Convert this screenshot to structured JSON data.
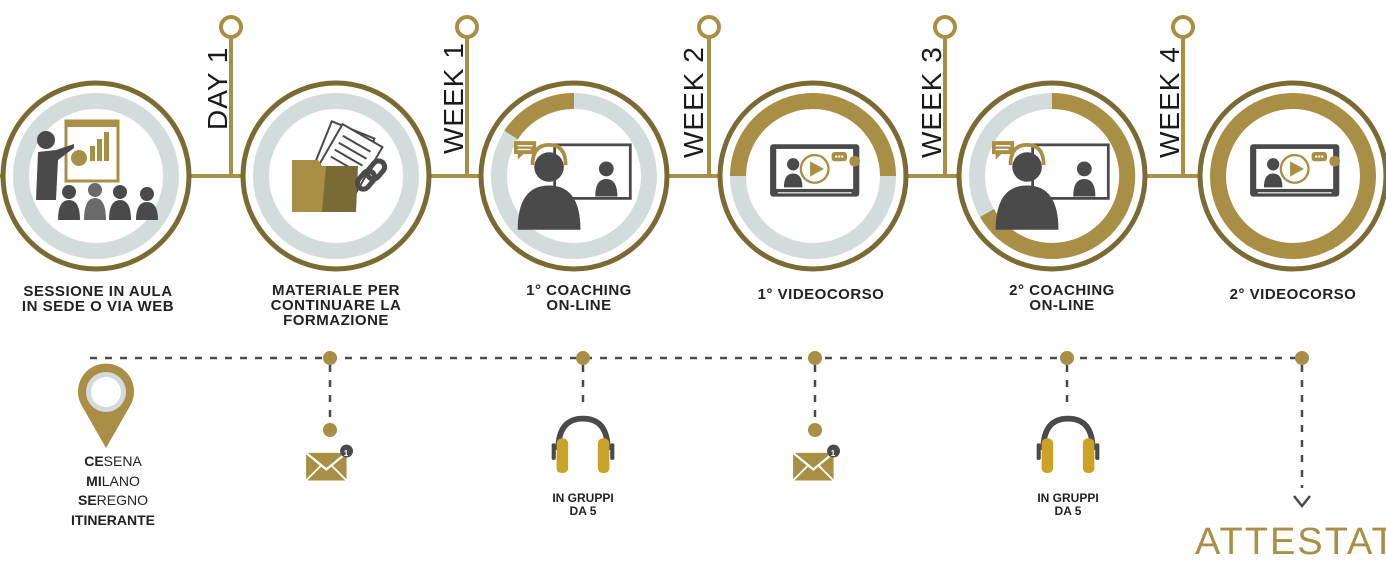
{
  "week_labels": [
    "DAY 1",
    "WEEK 1",
    "WEEK 2",
    "WEEK 3",
    "WEEK 4"
  ],
  "steps": [
    {
      "line1": "SESSIONE IN AULA",
      "line2": "IN SEDE O VIA WEB",
      "line3": "",
      "icon": "classroom-presentation-icon",
      "progress": 0
    },
    {
      "line1": "MATERIALE PER",
      "line2": "CONTINUARE LA",
      "line3": "FORMAZIONE",
      "icon": "documents-folder-icon",
      "progress": 0
    },
    {
      "line1": "1° COACHING",
      "line2": "ON-LINE",
      "line3": "",
      "icon": "video-coaching-icon",
      "progress": 0.17
    },
    {
      "line1": "1° VIDEOCORSO",
      "line2": "",
      "line3": "",
      "icon": "video-course-icon",
      "progress": 0.5
    },
    {
      "line1": "2° COACHING",
      "line2": "ON-LINE",
      "line3": "",
      "icon": "video-coaching-icon",
      "progress": 0.67
    },
    {
      "line1": "2° VIDEOCORSO",
      "line2": "",
      "line3": "",
      "icon": "video-course-icon",
      "progress": 1
    }
  ],
  "groups_label": {
    "line1": "IN GRUPPI",
    "line2": "DA 5"
  },
  "email_badge": "1",
  "cities": [
    {
      "bold": "CE",
      "rest": "SENA"
    },
    {
      "bold": "MI",
      "rest": "LANO"
    },
    {
      "bold": "SE",
      "rest": "REGNO"
    },
    {
      "bold": "ITINERANTE",
      "rest": ""
    }
  ],
  "final_label": "ATTESTATO",
  "colors": {
    "gold": "#a88f45",
    "dark_gold": "#7a6a33",
    "grey_ring": "#d3dcdc",
    "dark": "#4a4a4a"
  }
}
